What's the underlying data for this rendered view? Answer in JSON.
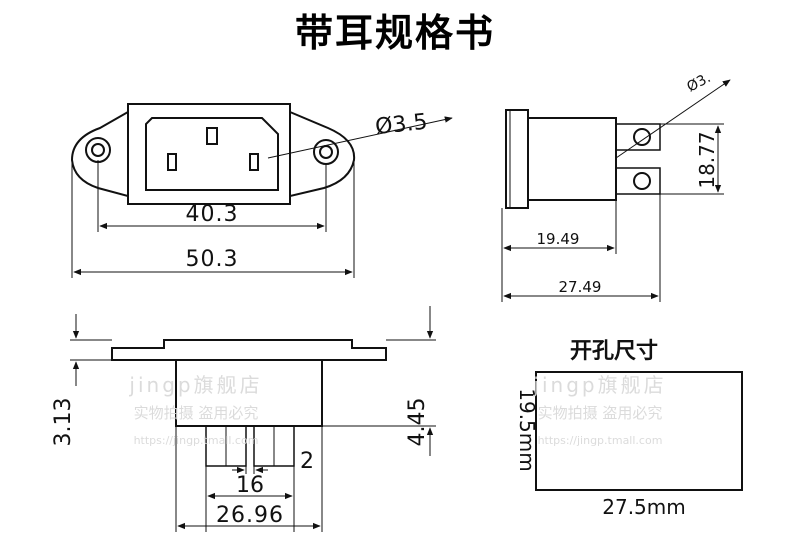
{
  "title": "带耳规格书",
  "front_view": {
    "hole_diameter": "Ø3.5",
    "width_inner": "40.3",
    "width_outer": "50.3"
  },
  "side_view": {
    "hole_diameter_partial": "Ø3.",
    "height": "18.77",
    "depth_1": "19.49",
    "depth_2": "27.49"
  },
  "bottom_view": {
    "flange_thickness": "3.13",
    "total_height": "4.45",
    "pin_width": "2",
    "pin_spacing": "16",
    "body_width": "26.96"
  },
  "cutout": {
    "label": "开孔尺寸",
    "height": "19.5mm",
    "width": "27.5mm"
  },
  "watermark": {
    "brand": "jingp旗舰店",
    "slogan": "实物拍摄 盗用必究",
    "url": "https://jingp.tmall.com"
  }
}
